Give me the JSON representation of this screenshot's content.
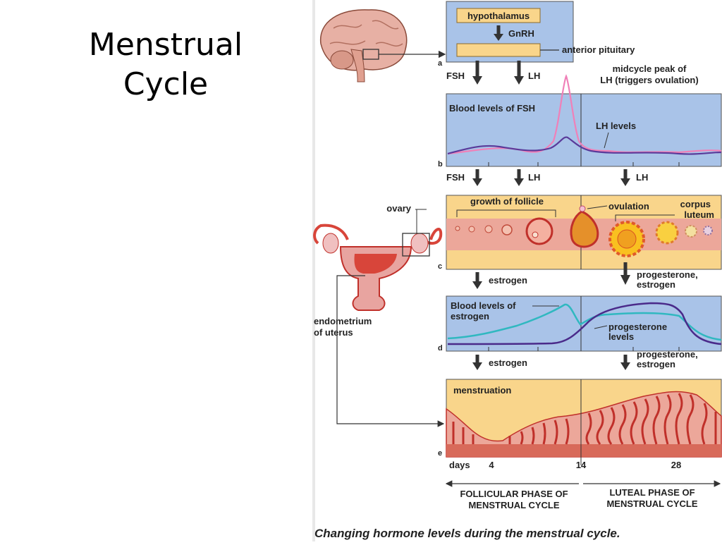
{
  "slide": {
    "title_line1": "Menstrual",
    "title_line2": "Cycle"
  },
  "figure": {
    "caption": "Changing hormone levels during the menstrual cycle.",
    "panel_a": {
      "letter": "a",
      "hypothalamus": "hypothalamus",
      "gnrh": "GnRH",
      "anterior_pituitary": "anterior pituitary",
      "fsh": "FSH",
      "lh": "LH",
      "peak_note_line1": "midcycle peak of",
      "peak_note_line2": "LH (triggers ovulation)"
    },
    "panel_b": {
      "letter": "b",
      "fsh_label": "Blood levels of FSH",
      "lh_label": "LH levels",
      "fsh": "FSH",
      "lh": "LH",
      "lh2": "LH"
    },
    "panel_c": {
      "letter": "c",
      "ovary": "ovary",
      "growth": "growth of follicle",
      "ovulation": "ovulation",
      "corpus_line1": "corpus",
      "corpus_line2": "luteum",
      "estrogen": "estrogen",
      "prog_line1": "progesterone,",
      "prog_line2": "estrogen"
    },
    "panel_d": {
      "letter": "d",
      "estrogen_line1": "Blood levels of",
      "estrogen_line2": "estrogen",
      "prog_line1": "progesterone",
      "prog_line2": "levels",
      "endometrium_line1": "endometrium",
      "endometrium_line2": "of uterus",
      "estrogen": "estrogen",
      "prog2_line1": "progesterone,",
      "prog2_line2": "estrogen"
    },
    "panel_e": {
      "letter": "e",
      "menstruation": "menstruation",
      "days": "days",
      "day4": "4",
      "day14": "14",
      "day28": "28"
    },
    "phases": {
      "follicular_line1": "FOLLICULAR PHASE OF",
      "follicular_line2": "MENSTRUAL CYCLE",
      "luteal_line1": "LUTEAL PHASE OF",
      "luteal_line2": "MENSTRUAL CYCLE"
    },
    "colors": {
      "panel_blue": "#a9c3e8",
      "panel_yellow": "#f9d58b",
      "fsh_pink": "#f080b8",
      "lh_purple": "#5a3a9a",
      "estrogen_teal": "#30b8c0",
      "progesterone_purple": "#4a2a8a",
      "tissue_red": "#d8453a",
      "tissue_pink": "#eca79a",
      "arrow_dark": "#333333"
    }
  }
}
